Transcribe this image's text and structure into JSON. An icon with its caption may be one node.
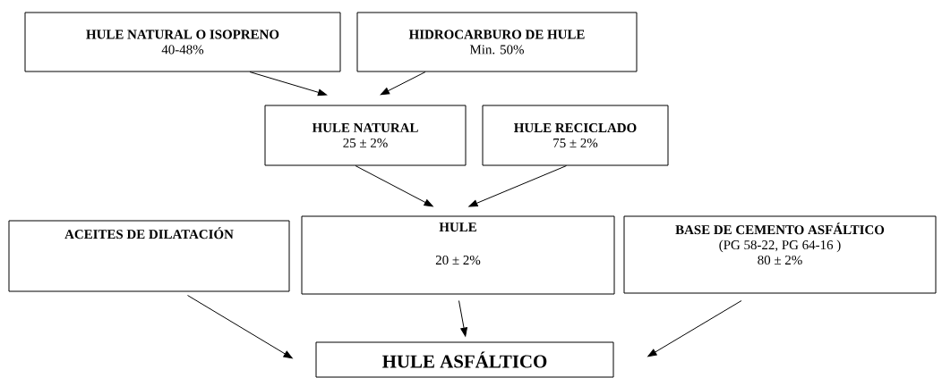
{
  "diagram": {
    "nodes": [
      {
        "text": [
          "HULE NATURAL O ISOPRENO",
          "40-48%"
        ]
      },
      {
        "text": [
          "HIDROCARBURO DE HULE",
          "Min. 50%"
        ]
      },
      {
        "text": [
          "HULE NATURAL",
          "25 ± 2%"
        ]
      },
      {
        "text": [
          "HULE RECICLADO",
          "75 ± 2%"
        ]
      },
      {
        "text": [
          "ACEITES DE DILATACIÓN"
        ]
      },
      {
        "text": [
          "HULE",
          "20 ± 2%"
        ]
      },
      {
        "text": [
          "BASE DE CEMENTO ASFÁLTICO",
          "(PG 58-22, PG 64-16 )",
          "80 ± 2%"
        ]
      },
      {
        "text": [
          "HULE ASFÁLTICO"
        ]
      }
    ],
    "edges": [
      {
        "from": 0,
        "to": 2,
        "arrow": "to"
      },
      {
        "from": 1,
        "to": 2,
        "arrow": "to"
      },
      {
        "from": 2,
        "to": 5,
        "arrow": "to"
      },
      {
        "from": 3,
        "to": 5,
        "arrow": "to"
      },
      {
        "from": 4,
        "to": 7,
        "arrow": "to"
      },
      {
        "from": 5,
        "to": 7,
        "arrow": "to"
      },
      {
        "from": 6,
        "to": 7,
        "arrow": "to"
      }
    ]
  }
}
